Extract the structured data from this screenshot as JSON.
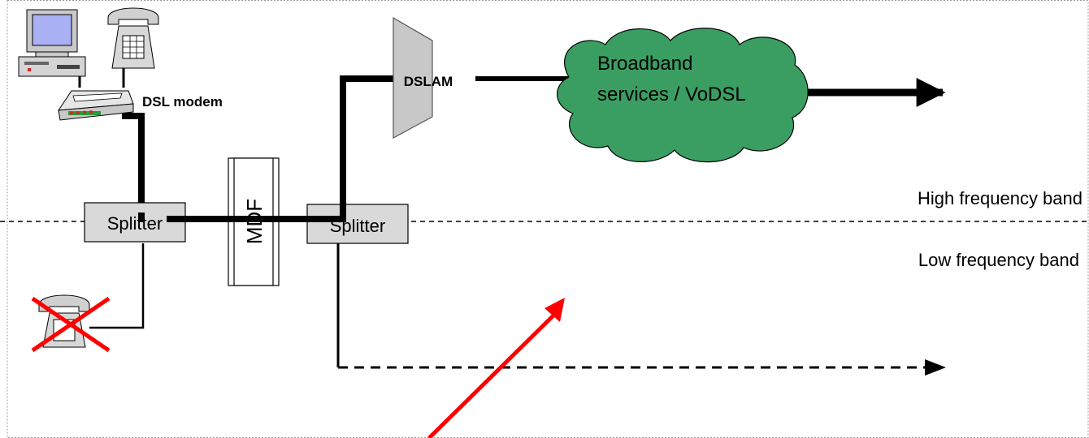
{
  "labels": {
    "dsl_modem": "DSL modem",
    "dslam": "DSLAM",
    "cloud_line1": "Broadband",
    "cloud_line2": "services / VoDSL",
    "splitter_left": "Splitter",
    "splitter_right": "Splitter",
    "mdf": "MDF",
    "high_band": "High frequency band",
    "low_band": "Low frequency band"
  },
  "colors": {
    "cloud_fill": "#3a9e62",
    "box_fill": "#d9d9d9",
    "dslam_fill": "#c8c8c8",
    "pointer_red": "#ff0000",
    "line_black": "#000000"
  },
  "icons": [
    "desktop-computer-icon",
    "telephone-icon",
    "dsl-modem-icon",
    "crossed-out-telephone-icon"
  ]
}
